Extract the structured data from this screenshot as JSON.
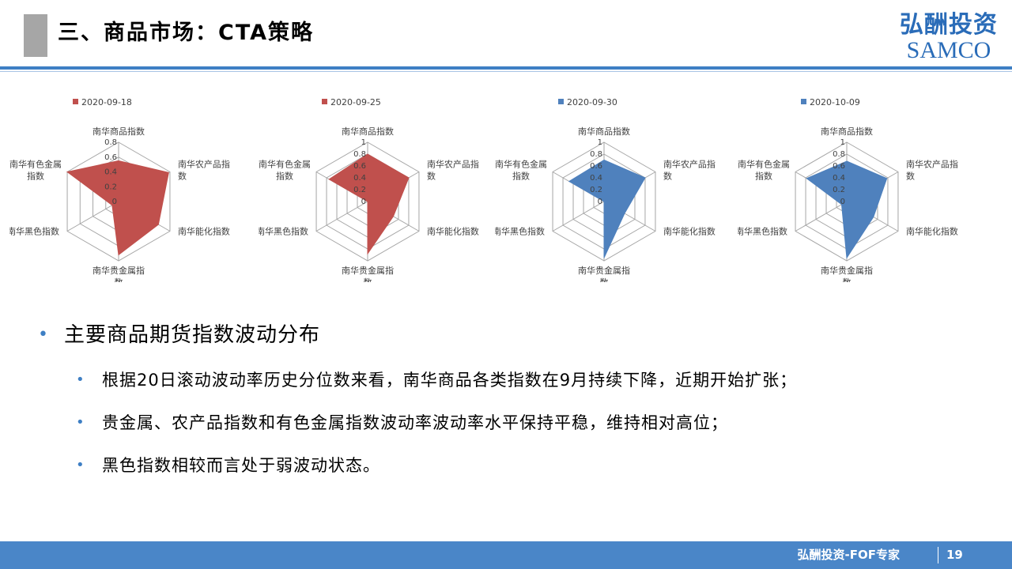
{
  "header": {
    "title": "三、商品市场：CTA策略",
    "logo_cn": "弘酬投资",
    "logo_en": "SAMCO"
  },
  "chart_data": [
    {
      "type": "radar",
      "legend": "2020-09-18",
      "color": "#c0504d",
      "axes": [
        "南华商品指数",
        "南华农产品指数",
        "南华能化指数",
        "南华贵金属指数",
        "南华黑色指数",
        "南华有色金属指数"
      ],
      "axis_label_lines": [
        [
          "南华商品指数"
        ],
        [
          "南华农产品指",
          "数"
        ],
        [
          "南华能化指数"
        ],
        [
          "南华贵金属指",
          "数"
        ],
        [
          "南华黑色指数"
        ],
        [
          "南华有色金属",
          "指数"
        ]
      ],
      "values": [
        0.55,
        0.78,
        0.62,
        0.72,
        0.1,
        0.8
      ],
      "ticks": [
        "0",
        "0.2",
        "0.4",
        "0.6",
        "0.8"
      ],
      "rmax": 0.8
    },
    {
      "type": "radar",
      "legend": "2020-09-25",
      "color": "#c0504d",
      "axes": [
        "南华商品指数",
        "南华农产品指数",
        "南华能化指数",
        "南华贵金属指数",
        "南华黑色指数",
        "南华有色金属指数"
      ],
      "axis_label_lines": [
        [
          "南华商品指数"
        ],
        [
          "南华农产品指",
          "数"
        ],
        [
          "南华能化指数"
        ],
        [
          "南华贵金属指",
          "数"
        ],
        [
          "南华黑色指数"
        ],
        [
          "南华有色金属",
          "指数"
        ]
      ],
      "values": [
        0.8,
        0.8,
        0.5,
        0.88,
        0.0,
        0.75
      ],
      "ticks": [
        "0",
        "0.2",
        "0.4",
        "0.6",
        "0.8",
        "1"
      ],
      "rmax": 1
    },
    {
      "type": "radar",
      "legend": "2020-09-30",
      "color": "#4f81bd",
      "axes": [
        "南华商品指数",
        "南华农产品指数",
        "南华能化指数",
        "南华贵金属指数",
        "南华黑色指数",
        "南华有色金属指数"
      ],
      "axis_label_lines": [
        [
          "南华商品指数"
        ],
        [
          "南华农产品指",
          "数"
        ],
        [
          "南华能化指数"
        ],
        [
          "南华贵金属指",
          "数"
        ],
        [
          "南华黑色指数"
        ],
        [
          "南华有色金属",
          "指数"
        ]
      ],
      "values": [
        0.7,
        0.8,
        0.4,
        0.95,
        0.0,
        0.68
      ],
      "ticks": [
        "0",
        "0.2",
        "0.4",
        "0.6",
        "0.8",
        "1"
      ],
      "rmax": 1
    },
    {
      "type": "radar",
      "legend": "2020-10-09",
      "color": "#4f81bd",
      "axes": [
        "南华商品指数",
        "南华农产品指数",
        "南华能化指数",
        "南华贵金属指数",
        "南华黑色指数",
        "南华有色金属指数"
      ],
      "axis_label_lines": [
        [
          "南华商品指数"
        ],
        [
          "南华农产品指",
          "数"
        ],
        [
          "南华能化指数"
        ],
        [
          "南华贵金属指",
          "数"
        ],
        [
          "南华黑色指数"
        ],
        [
          "南华有色金属",
          "指数"
        ]
      ],
      "values": [
        0.68,
        0.78,
        0.52,
        0.95,
        0.1,
        0.78
      ],
      "ticks": [
        "0",
        "0.2",
        "0.4",
        "0.6",
        "0.8",
        "1"
      ],
      "rmax": 1
    }
  ],
  "main": {
    "bullet_title": "主要商品期货指数波动分布",
    "bullets": [
      "根据20日滚动波动率历史分位数来看，南华商品各类指数在9月持续下降，近期开始扩张；",
      "贵金属、农产品指数和有色金属指数波动率波动率水平保持平稳，维持相对高位；",
      "黑色指数相较而言处于弱波动状态。"
    ]
  },
  "footer": {
    "text": "弘酬投资-FOF专家",
    "page": "19"
  }
}
